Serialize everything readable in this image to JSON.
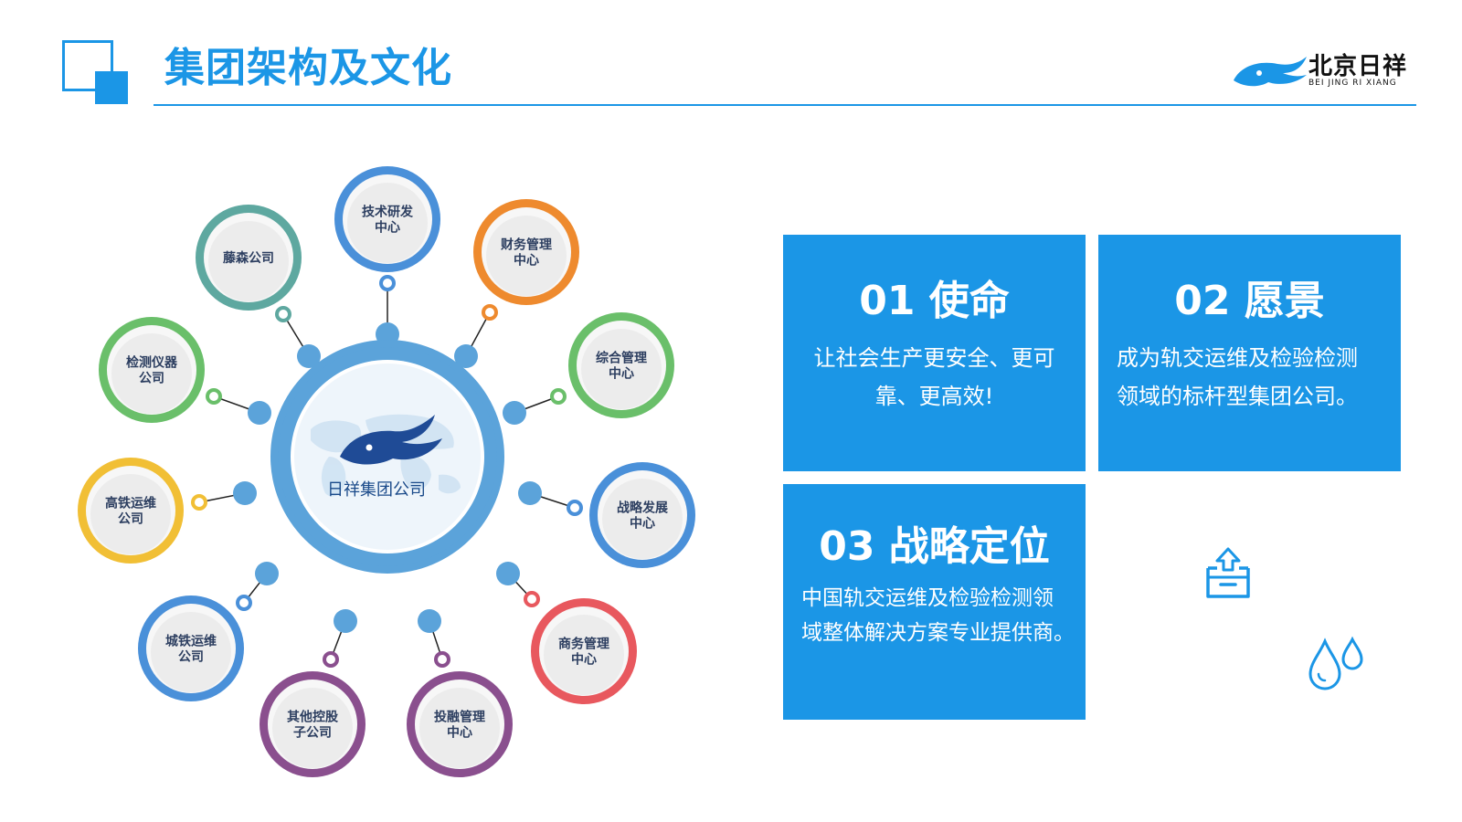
{
  "header": {
    "title": "集团架构及文化",
    "logo_name": "北京日祥",
    "logo_sub": "BEI JING RI XIANG"
  },
  "diagram": {
    "hub_label": "日祥集团公司",
    "nodes": [
      {
        "id": "tech",
        "lines": [
          "技术研发",
          "中心"
        ],
        "color": "#4a90d9"
      },
      {
        "id": "finance",
        "lines": [
          "财务管理",
          "中心"
        ],
        "color": "#ee8a2e"
      },
      {
        "id": "general",
        "lines": [
          "综合管理",
          "中心"
        ],
        "color": "#6abf6a"
      },
      {
        "id": "strategy",
        "lines": [
          "战略发展",
          "中心"
        ],
        "color": "#4a90d9"
      },
      {
        "id": "business",
        "lines": [
          "商务管理",
          "中心"
        ],
        "color": "#e8585e"
      },
      {
        "id": "investment",
        "lines": [
          "投融管理",
          "中心"
        ],
        "color": "#8a4f8e"
      },
      {
        "id": "holding",
        "lines": [
          "其他控股",
          "子公司"
        ],
        "color": "#8a4f8e"
      },
      {
        "id": "urban",
        "lines": [
          "城铁运维",
          "公司"
        ],
        "color": "#4a90d9"
      },
      {
        "id": "hsr",
        "lines": [
          "高铁运维",
          "公司"
        ],
        "color": "#f1bf35"
      },
      {
        "id": "inspection",
        "lines": [
          "检测仪器",
          "公司"
        ],
        "color": "#6abf6a"
      },
      {
        "id": "tengsen",
        "lines": [
          "藤森公司"
        ],
        "color": "#5ea8a0"
      }
    ]
  },
  "panels": {
    "mission": {
      "title": "01 使命",
      "body": [
        "让社会生产更安全、更可",
        "靠、更高效!"
      ]
    },
    "vision": {
      "title": "02 愿景",
      "body": [
        "成为轨交运维及检验检测",
        "领域的标杆型集团公司。"
      ]
    },
    "strategy": {
      "title": "03 战略定位",
      "body": [
        "中国轨交运维及检验检测领",
        "域整体解决方案专业提供商。"
      ]
    }
  },
  "colors": {
    "accent": "#1b96e6",
    "hub_ring": "#5ba3da"
  }
}
